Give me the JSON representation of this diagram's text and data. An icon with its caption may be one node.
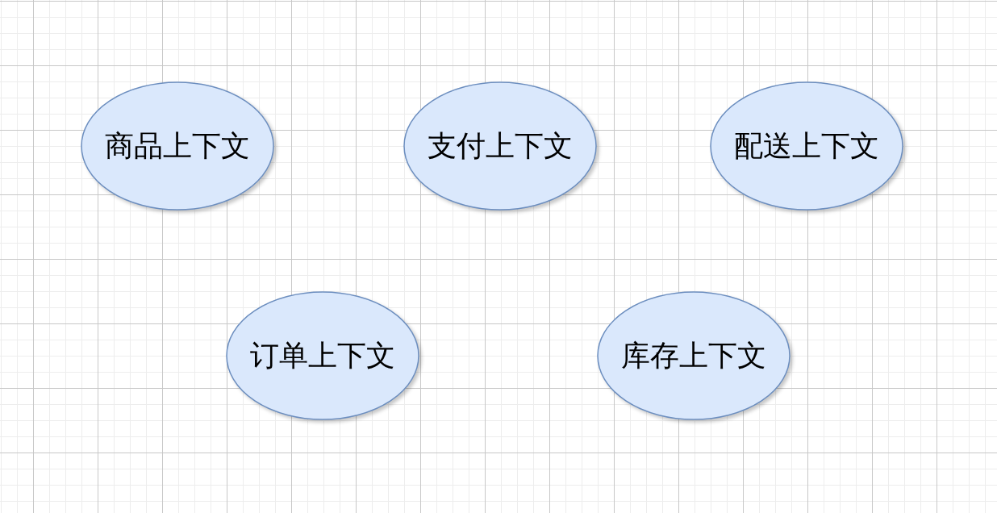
{
  "diagram": {
    "nodes": [
      {
        "text": [
          "商品上下文"
        ]
      },
      {
        "text": [
          "支付上下文"
        ]
      },
      {
        "text": [
          "配送上下文"
        ]
      },
      {
        "text": [
          "订单上下文"
        ]
      },
      {
        "text": [
          "库存上下文"
        ]
      }
    ]
  }
}
